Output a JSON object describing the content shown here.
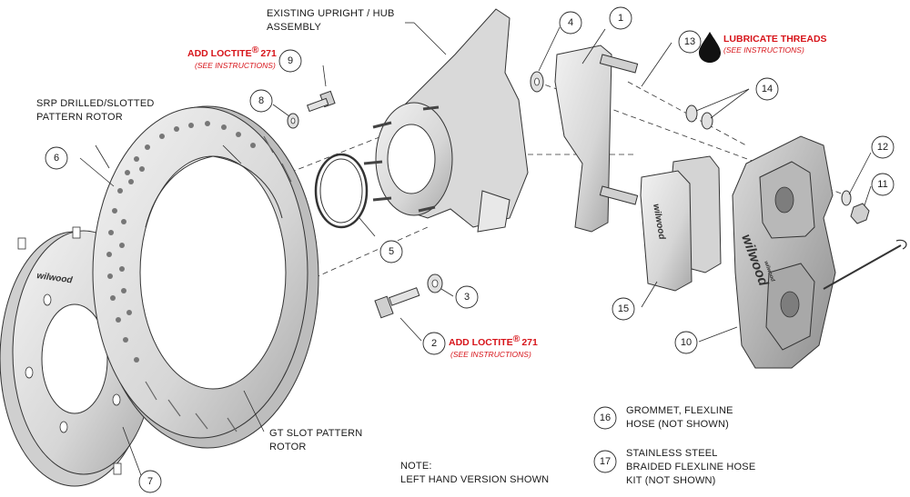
{
  "labels": {
    "upright_line1": "EXISTING UPRIGHT / HUB",
    "upright_line2": "ASSEMBLY",
    "srp_line1": "SRP DRILLED/SLOTTED",
    "srp_line2": "PATTERN ROTOR",
    "gt_line1": "GT SLOT PATTERN",
    "gt_line2": "ROTOR",
    "loctite_top": "ADD LOCTITE",
    "loctite_top_num": "271",
    "loctite_top_sub": "(SEE INSTRUCTIONS)",
    "loctite_bottom": "ADD LOCTITE",
    "loctite_bottom_num": "271",
    "loctite_bottom_sub": "(SEE INSTRUCTIONS)",
    "registered": "®",
    "lubricate": "LUBRICATE THREADS",
    "lubricate_sub": "(SEE INSTRUCTIONS)",
    "item16_line1": "GROMMET, FLEXLINE",
    "item16_line2": "HOSE (NOT SHOWN)",
    "item17_line1": "STAINLESS STEEL",
    "item17_line2": "BRAIDED FLEXLINE HOSE",
    "item17_line3": "KIT (NOT SHOWN)",
    "note_line1": "NOTE:",
    "note_line2": "LEFT HAND VERSION SHOWN",
    "brand_hat": "wilwood",
    "brand_pad": "wilwood",
    "brand_caliper": "wilwood",
    "brand_caliper_small": "wilwood"
  },
  "callouts": {
    "c1": "1",
    "c2": "2",
    "c3": "3",
    "c4": "4",
    "c5": "5",
    "c6": "6",
    "c7": "7",
    "c8": "8",
    "c9": "9",
    "c10": "10",
    "c11": "11",
    "c12": "12",
    "c13": "13",
    "c14": "14",
    "c15": "15",
    "c16": "16",
    "c17": "17"
  },
  "colors": {
    "annotation_red": "#d7141a",
    "part_fill": "#e3e3e3",
    "part_dark": "#8a8a8a",
    "line": "#2a2a2a"
  }
}
